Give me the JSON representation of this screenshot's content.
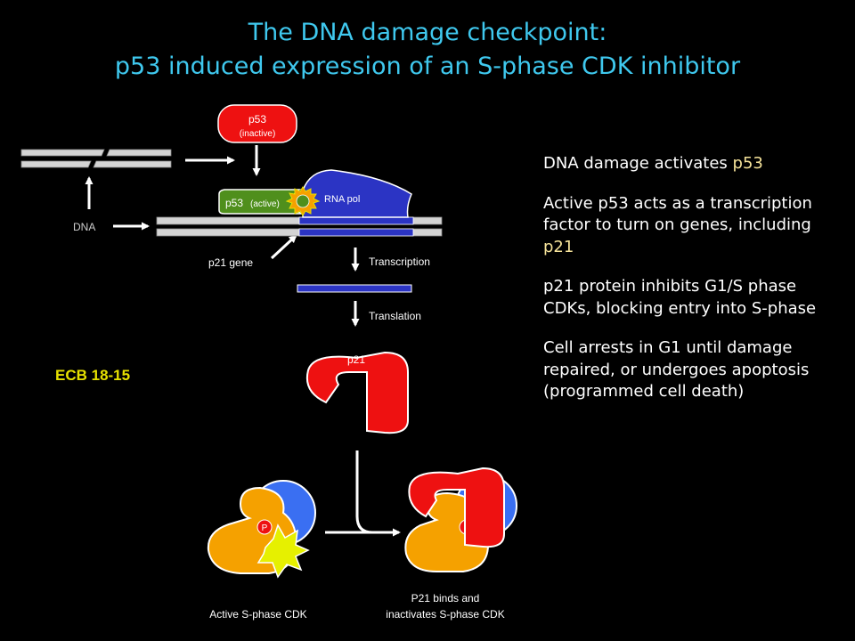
{
  "title": {
    "line1": "The DNA damage checkpoint:",
    "line2": "p53 induced expression of an S-phase CDK inhibitor"
  },
  "diagram": {
    "p53_inactive": "p53",
    "p53_inactive_sub": "(inactive)",
    "p53_active": "p53",
    "p53_active_sub": "(active)",
    "rna_pol": "RNA pol",
    "dna": "DNA",
    "p21_gene": "p21 gene",
    "transcription": "Transcription",
    "translation": "Translation",
    "p21": "p21",
    "phospho": "P",
    "active_cdk_caption": "Active S-phase CDK",
    "inactive_caption_line1": "P21 binds and",
    "inactive_caption_line2": "inactivates S-phase CDK",
    "reference": "ECB 18-15"
  },
  "bullets": {
    "b1_pre": "DNA damage activates ",
    "b1_hl": "p53",
    "b2_pre": "Active p53 acts as a transcription factor to turn on genes, including ",
    "b2_hl": "p21",
    "b3": "p21 protein inhibits G1/S phase CDKs, blocking entry into S-phase",
    "b4": "Cell arrests in G1 until damage repaired, or undergoes apoptosis (programmed cell death)"
  },
  "colors": {
    "background": "#000000",
    "title": "#3fc8ee",
    "highlight": "#f6e39a",
    "p53_red": "#ee1111",
    "p53_green": "#4f8f1c",
    "rna_pol_blue": "#2b34c4",
    "cdk_orange": "#f5a100",
    "cyclin_blue": "#3a6ff2",
    "p21_red": "#ee1111",
    "reference_yellow": "#e6e000"
  }
}
